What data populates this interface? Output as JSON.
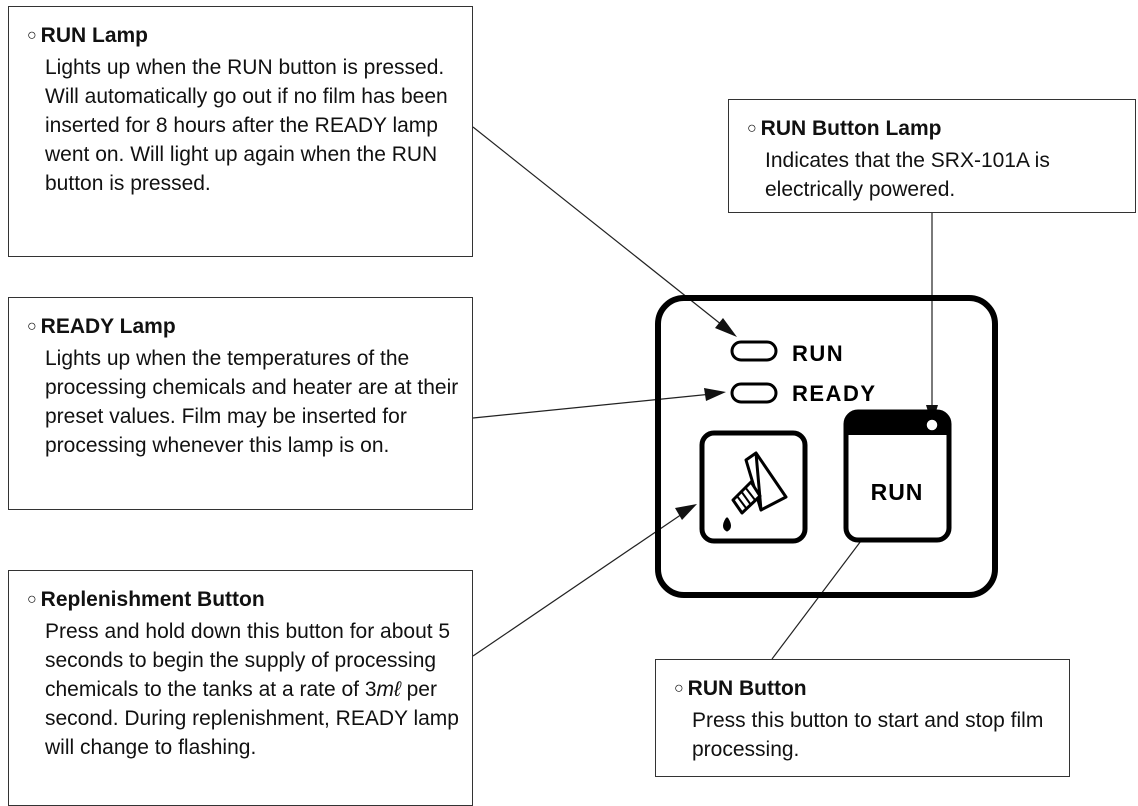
{
  "bullet": "○",
  "callouts": {
    "run_lamp": {
      "title": "RUN  Lamp",
      "body": "Lights up when the RUN button is pressed. Will automatically go out if no film has been inserted for 8 hours after the READY lamp went on. Will light up again when the RUN button is pressed."
    },
    "ready_lamp": {
      "title": "READY  Lamp",
      "body": "Lights up when the temperatures of the processing chemicals and heater are at their preset values. Film may be inserted for processing whenever this lamp is on."
    },
    "replenishment_button": {
      "title": "Replenishment  Button",
      "body_before": "Press and hold down this button for about 5 seconds to begin the supply of processing chemicals to the tanks at a rate of 3",
      "unit": "mℓ",
      "body_after": " per second. During replenishment, READY lamp will change to flashing."
    },
    "run_button_lamp": {
      "title": "RUN  Button Lamp",
      "body": "Indicates that the SRX-101A is electrically powered."
    },
    "run_button": {
      "title": "RUN  Button",
      "body": "Press this button to start and stop film processing."
    }
  },
  "panel": {
    "run_lamp_label": "RUN",
    "ready_lamp_label": "READY",
    "run_button_label": "RUN"
  }
}
